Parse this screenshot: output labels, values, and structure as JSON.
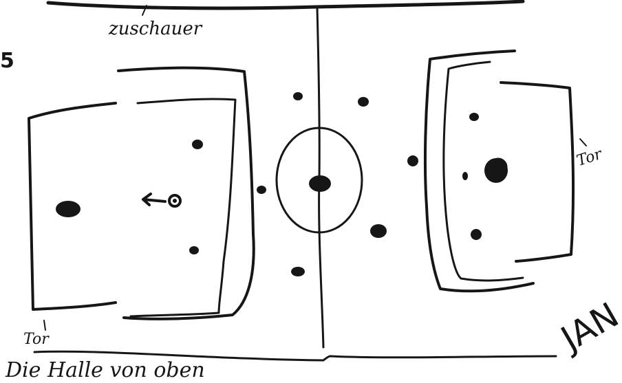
{
  "labels": {
    "spectators": "zuschauer",
    "goal_left": "Tor",
    "goal_right": "Tor",
    "caption": "Die Halle von oben",
    "signature": "JAN",
    "corner_digit": "5"
  },
  "colors": {
    "ink": "#161616",
    "paper": "#ffffff"
  }
}
